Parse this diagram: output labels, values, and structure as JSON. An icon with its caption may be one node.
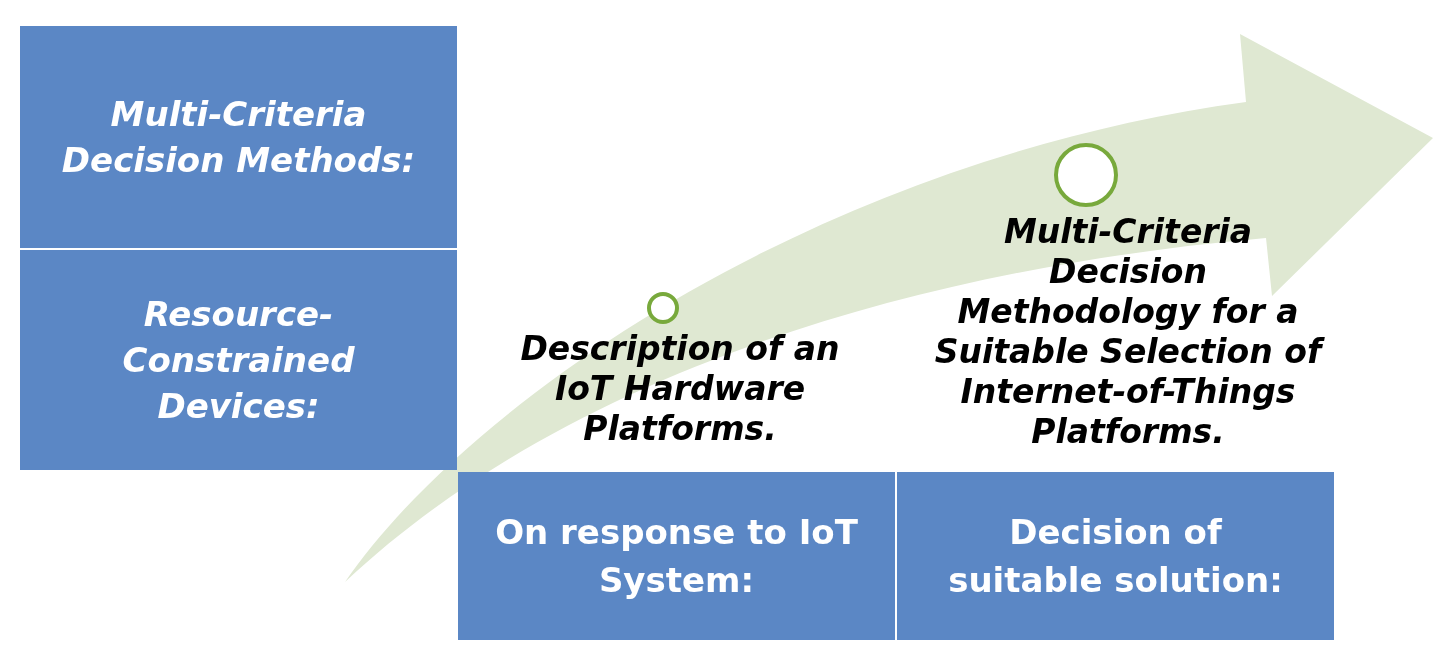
{
  "diagram": {
    "nodes": [
      {
        "text": [
          "Multi-Criteria Decision Methods:"
        ]
      },
      {
        "text": [
          "Resource-Constrained Devices:"
        ]
      },
      {
        "text": [],
        "shape": "circle",
        "beside": [
          "Description of an IoT Hardware Platforms."
        ]
      },
      {
        "text": [],
        "shape": "circle",
        "beside": [
          "Multi-Criteria Decision Methodology for a Suitable Selection of Internet-of-Things Platforms."
        ]
      },
      {
        "text": [
          "On response to IoT System:"
        ]
      },
      {
        "text": [
          "Decision of suitable solution:"
        ]
      }
    ]
  }
}
